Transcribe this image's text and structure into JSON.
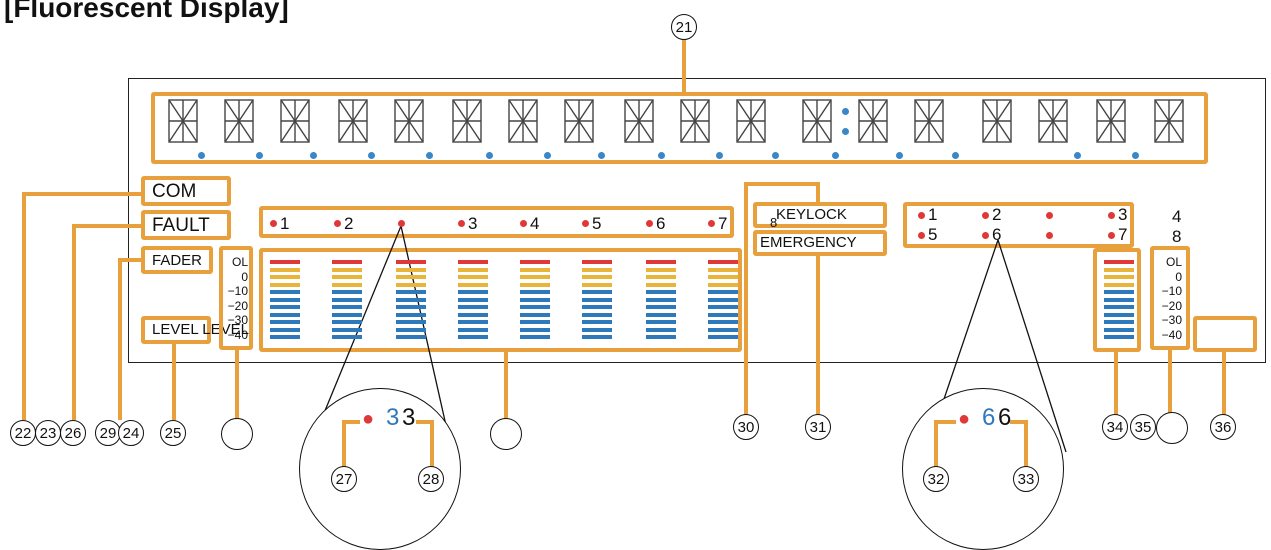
{
  "title": "[Fluorescent Display]",
  "labels": {
    "com": "COM",
    "fault": "FAULT",
    "fader": "FADER",
    "level": "LEVEL LEVEL",
    "keylock": "KEYLOCK",
    "emergency": "EMERGENCY",
    "eight_small": "8"
  },
  "channels_left": [
    "1",
    "2",
    "",
    "3",
    "4",
    "5",
    "6",
    "7"
  ],
  "channels_right_row1": [
    "1",
    "2",
    "",
    "3",
    "4"
  ],
  "channels_right_row2": [
    "5",
    "6",
    "",
    "7",
    "8"
  ],
  "scale": [
    "OL",
    "0",
    "−10",
    "−20",
    "−30",
    "−40"
  ],
  "zoom_left": {
    "dot": "●",
    "digit_a": "3",
    "digit_b": "3"
  },
  "zoom_right": {
    "dot": "●",
    "digit_a": "6",
    "digit_b": "6"
  },
  "callouts": {
    "c21": "21",
    "c22": "22",
    "c23": "23",
    "c26": "26",
    "c29": "29",
    "c24": "24",
    "c25": "25",
    "c27": "27",
    "c28": "28",
    "c30": "30",
    "c31": "31",
    "c32": "32",
    "c33": "33",
    "c34": "34",
    "c35": "35",
    "c36": "36"
  },
  "colors": {
    "orange": "#e8a03c",
    "red": "#e03838",
    "yellow": "#e8b43c",
    "blue": "#2e78bc"
  },
  "icons": {
    "segment": "14-segment-digit-icon",
    "dot": "indicator-dot-icon"
  }
}
